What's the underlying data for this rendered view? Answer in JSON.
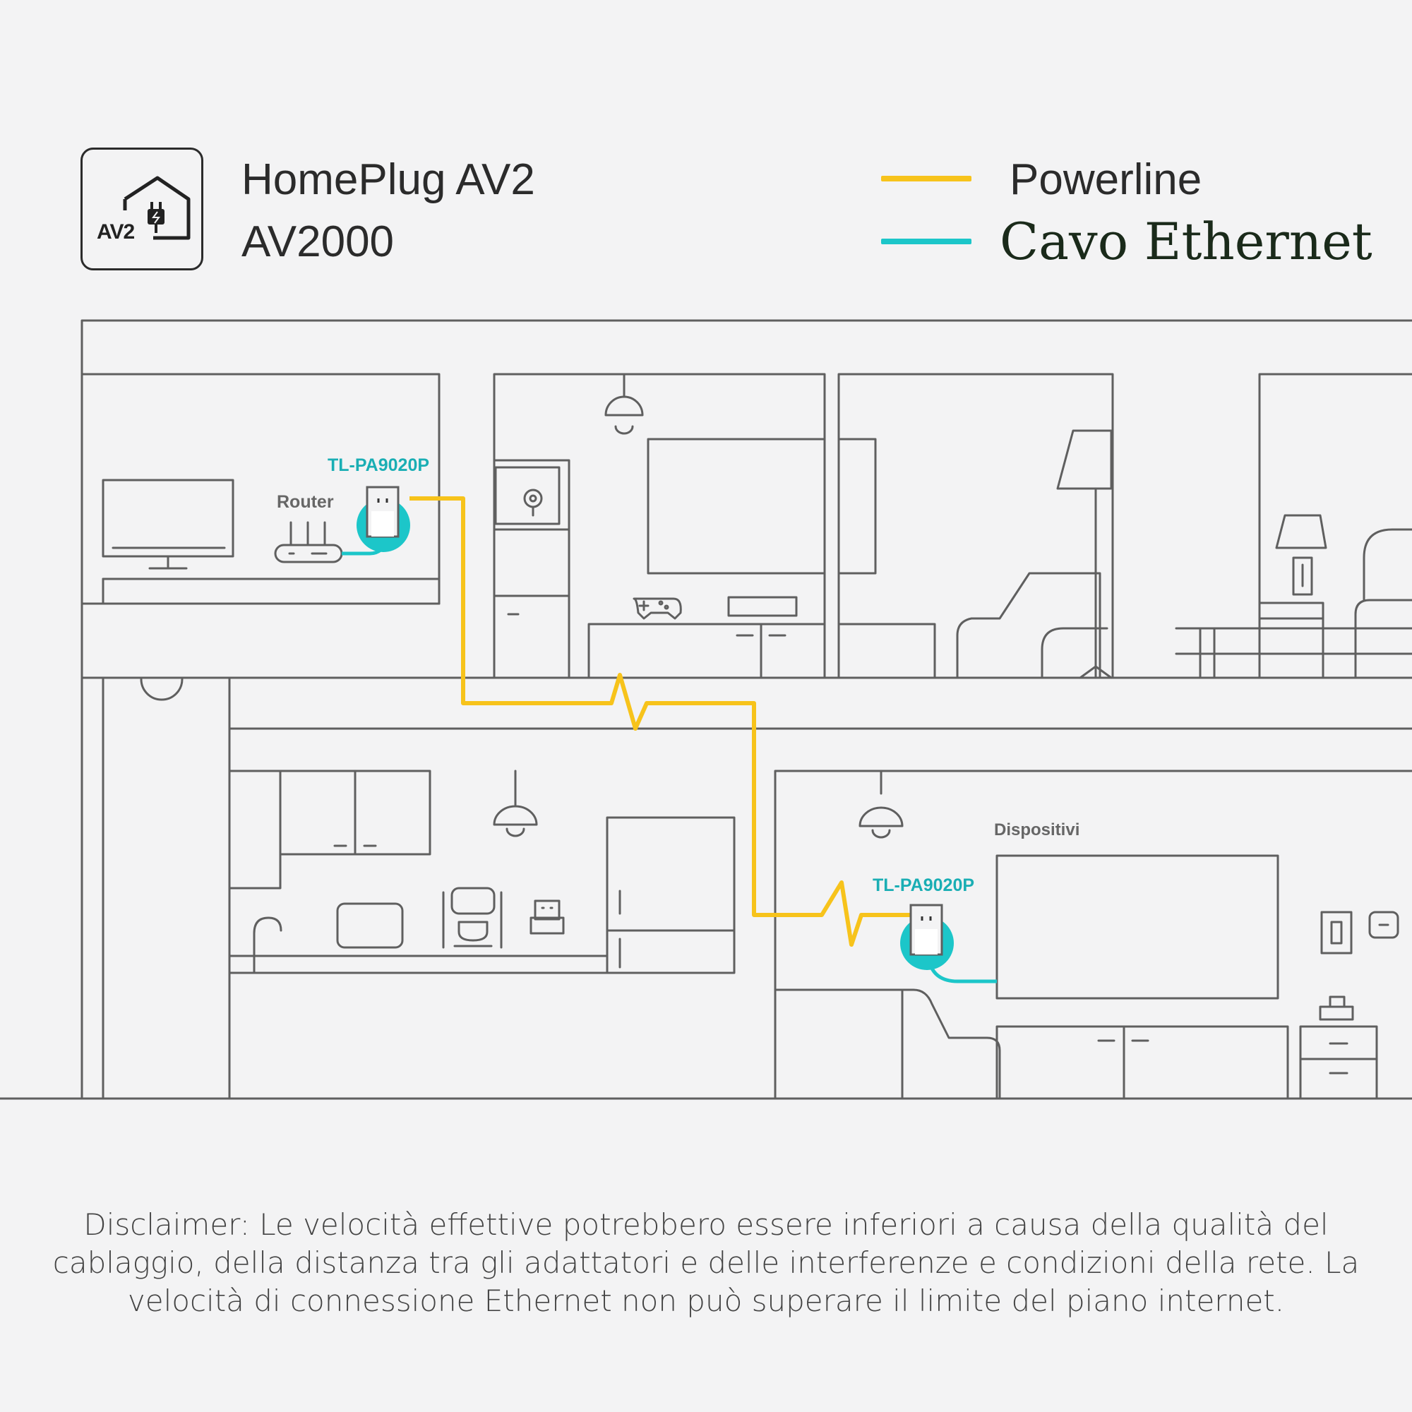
{
  "badge": {
    "text": "AV2"
  },
  "header": {
    "title_line1": "HomePlug AV2",
    "title_line2": "AV2000"
  },
  "legend": {
    "powerline": {
      "label": "Powerline",
      "color": "#f7c31b"
    },
    "ethernet": {
      "label": "Cavo Ethernet",
      "color": "#1cc6c9"
    }
  },
  "labels": {
    "adapter_top": "TL-PA9020P",
    "router": "Router",
    "adapter_bottom": "TL-PA9020P",
    "devices": "Dispositivi"
  },
  "disclaimer": "Disclaimer: Le velocità effettive potrebbero essere inferiori a causa della qualità del cablaggio, della distanza tra gli adattatori e delle interferenze e condizioni della rete. La velocità di connessione Ethernet non può superare il limite del piano internet."
}
